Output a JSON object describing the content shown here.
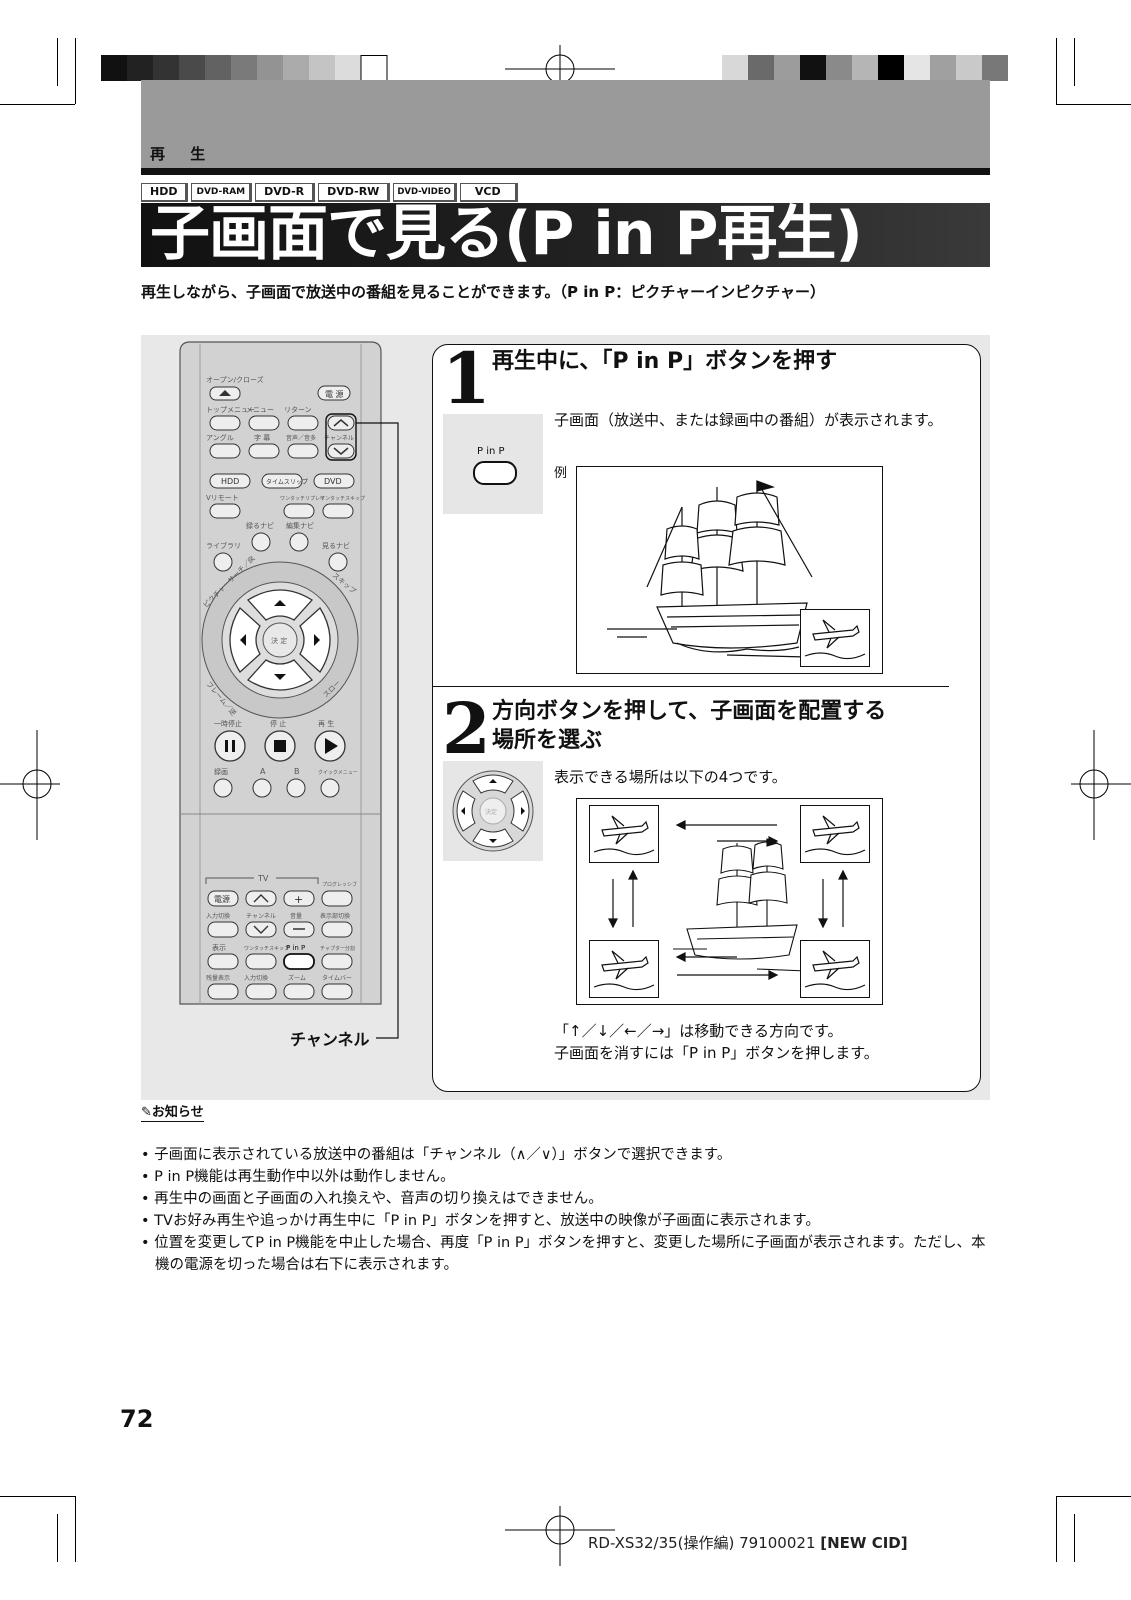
{
  "header": {
    "section": "再 生"
  },
  "media_tags": [
    "HDD",
    "DVD-RAM",
    "DVD-R",
    "DVD-RW",
    "DVD-VIDEO",
    "VCD"
  ],
  "title": "子画面で見る(P in P再生)",
  "intro": "再生しながら、子画面で放送中の番組を見ることができます。（P in P：ピクチャーインピクチャー）",
  "remote": {
    "labels": {
      "open_close": "オープン/クローズ",
      "power": "電 源",
      "top_menu": "トップメニュー",
      "menu": "メニュー",
      "return": "リターン",
      "angle": "アングル",
      "subtitle": "字 幕",
      "audio": "音声／音多",
      "channel": "チャンネル",
      "hdd": "HDD",
      "time_slip": "タイムスリップ",
      "dvd": "DVD",
      "v_remote": "Vリモート",
      "one_touch_replay": "ワンタッチリプレイ",
      "one_touch_skip": "ワンタッチスキップ",
      "rec_navi": "録るナビ",
      "edit_navi": "編集ナビ",
      "library": "ライブラリ",
      "view_navi": "見るナビ",
      "picture_search": "ピクチャーサーチ／戻",
      "skip": "スキップ",
      "enter": "決 定",
      "frame": "フレーム／逆",
      "slow": "スロー",
      "pause": "一時停止",
      "stop": "停 止",
      "play": "再 生",
      "record": "録画",
      "a": "A",
      "b": "B",
      "quick_menu": "クイックメニュー",
      "tv": "TV",
      "progressive": "プログレッシブ",
      "tv_power": "電源",
      "input": "入力切換",
      "tv_channel": "チャンネル",
      "volume": "音量",
      "display_switch": "表示部切換",
      "display": "表示",
      "one_touch_skip2": "ワンタッチスキップ",
      "pinp": "P in P",
      "chapter_split": "チャプター分割",
      "remaining": "残量表示",
      "input2": "入力切換",
      "zoom": "ズーム",
      "timebar": "タイムバー"
    },
    "callout": "チャンネル"
  },
  "steps": [
    {
      "number": "1",
      "title": "再生中に、「P in P」ボタンを押す",
      "button_label": "P in P",
      "text": "子画面（放送中、または録画中の番組）が表示されます。",
      "example_label": "例"
    },
    {
      "number": "2",
      "title_line1": "方向ボタンを押して、子画面を配置する",
      "title_line2": "場所を選ぶ",
      "button_label": "決定",
      "text": "表示できる場所は以下の4つです。",
      "note_line1": "「↑／↓／←／→」は移動できる方向です。",
      "note_line2": "子画面を消すには「P in P」ボタンを押します。"
    }
  ],
  "notes": {
    "heading": "お知らせ",
    "items": [
      "子画面に表示されている放送中の番組は「チャンネル（∧／∨）」ボタンで選択できます。",
      "P in P機能は再生動作中以外は動作しません。",
      "再生中の画面と子画面の入れ換えや、音声の切り換えはできません。",
      "TVお好み再生や追っかけ再生中に「P in P」ボタンを押すと、放送中の映像が子画面に表示されます。",
      "位置を変更してP in P機能を中止した場合、再度「P in P」ボタンを押すと、変更した場所に子画面が表示されます。ただし、本機の電源を切った場合は右下に表示されます。"
    ]
  },
  "page_number": "72",
  "footer": {
    "text": "RD-XS32/35(操作編) 79100021",
    "tag": "[NEW CID]"
  },
  "colors": {
    "header_band": "#9a9a9a",
    "panel": "#e8e8e8",
    "title_bar": "#1a1a1a"
  }
}
